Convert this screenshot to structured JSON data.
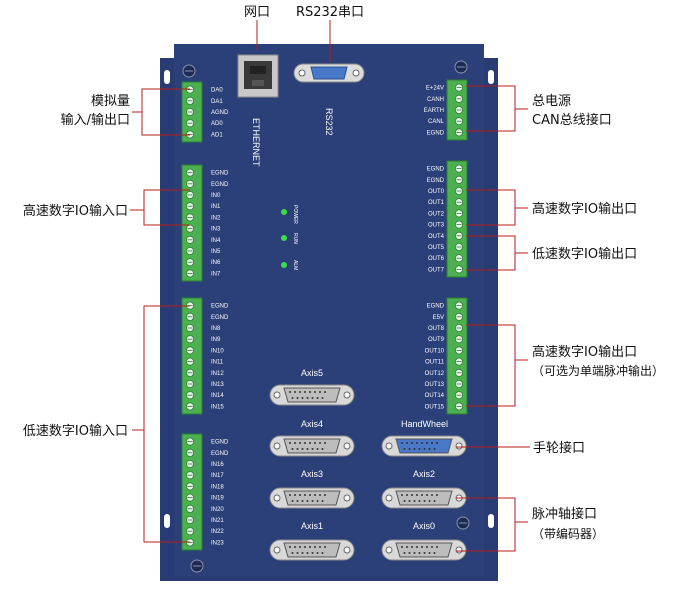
{
  "callouts": {
    "ethernet_port": "网口",
    "rs232_port": "RS232串口",
    "analog_io": [
      "模拟量",
      "输入/输出口"
    ],
    "power_can": [
      "总电源",
      "CAN总线接口"
    ],
    "hs_input": "高速数字IO输入口",
    "hs_output": "高速数字IO输出口",
    "ls_output": "低速数字IO输出口",
    "hs_output_pulse": [
      "高速数字IO输出口",
      "（可选为单端脉冲输出）"
    ],
    "ls_input": "低速数字IO输入口",
    "handwheel_port": "手轮接口",
    "axis_port": [
      "脉冲轴接口",
      "（带编码器）"
    ]
  },
  "board_labels": {
    "ethernet": "ETHERNET",
    "rs232": "RS232",
    "handwheel": "HandWheel",
    "axis5": "Axis5",
    "axis4": "Axis4",
    "axis3": "Axis3",
    "axis2": "Axis2",
    "axis1": "Axis1",
    "axis0": "Axis0",
    "led_power": "POWER",
    "led_run": "RUN",
    "led_alm": "ALM"
  },
  "terminals": {
    "analog": [
      "DA0",
      "DA1",
      "AGND",
      "AD0",
      "AD1"
    ],
    "power_can": [
      "E+24V",
      "CANH",
      "EARTH",
      "CANL",
      "EGND"
    ],
    "input_a": [
      "EGND",
      "EGND",
      "IN0",
      "IN1",
      "IN2",
      "IN3",
      "IN4",
      "IN5",
      "IN6",
      "IN7"
    ],
    "output_a": [
      "EGND",
      "EGND",
      "OUT0",
      "OUT1",
      "OUT2",
      "OUT3",
      "OUT4",
      "OUT5",
      "OUT6",
      "OUT7"
    ],
    "input_b": [
      "EGND",
      "EGND",
      "IN8",
      "IN9",
      "IN10",
      "IN11",
      "IN12",
      "IN13",
      "IN14",
      "IN15"
    ],
    "output_b": [
      "EGND",
      "E5V",
      "OUT8",
      "OUT9",
      "OUT10",
      "OUT11",
      "OUT12",
      "OUT13",
      "OUT14",
      "OUT15"
    ],
    "input_c": [
      "EGND",
      "EGND",
      "IN16",
      "IN17",
      "IN18",
      "IN19",
      "IN20",
      "IN21",
      "IN22",
      "IN23"
    ]
  },
  "colors": {
    "board": "#2b3f78",
    "mounting_plate": "#283b72",
    "terminal_green": "#4caf50",
    "callout_line": "#b71c1c",
    "led_green": "#3ddc4a",
    "db_connector": "#d9d9d9",
    "handwheel_connector": "#4a78c8"
  }
}
